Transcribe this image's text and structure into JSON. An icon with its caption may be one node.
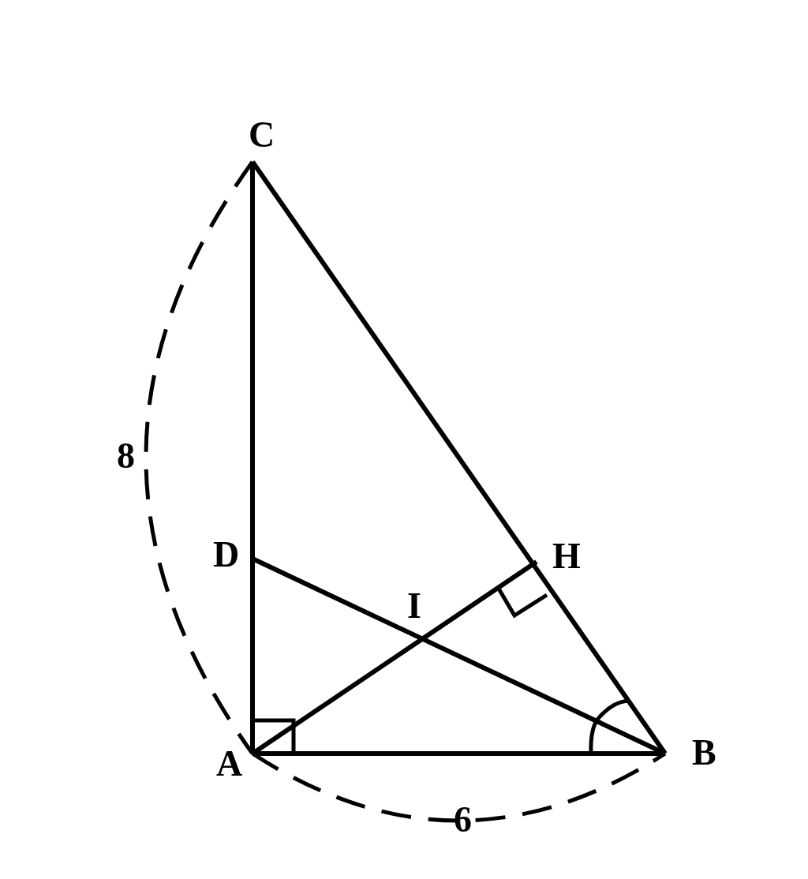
{
  "diagram": {
    "nodes": [
      {
        "text": [
          "C"
        ]
      },
      {
        "text": [
          "D"
        ]
      },
      {
        "text": [
          "H"
        ]
      },
      {
        "text": [
          "A"
        ]
      },
      {
        "text": [
          "B"
        ]
      }
    ],
    "edges": [
      {
        "from": 3,
        "to": 0,
        "arrow": "none"
      },
      {
        "from": 0,
        "to": 4,
        "arrow": "none"
      },
      {
        "from": 3,
        "to": 4,
        "arrow": "none"
      },
      {
        "from": 1,
        "to": 4,
        "arrow": "none"
      },
      {
        "from": 3,
        "to": 2,
        "arrow": "none"
      }
    ],
    "labels": [
      "I",
      "8",
      "6"
    ]
  }
}
